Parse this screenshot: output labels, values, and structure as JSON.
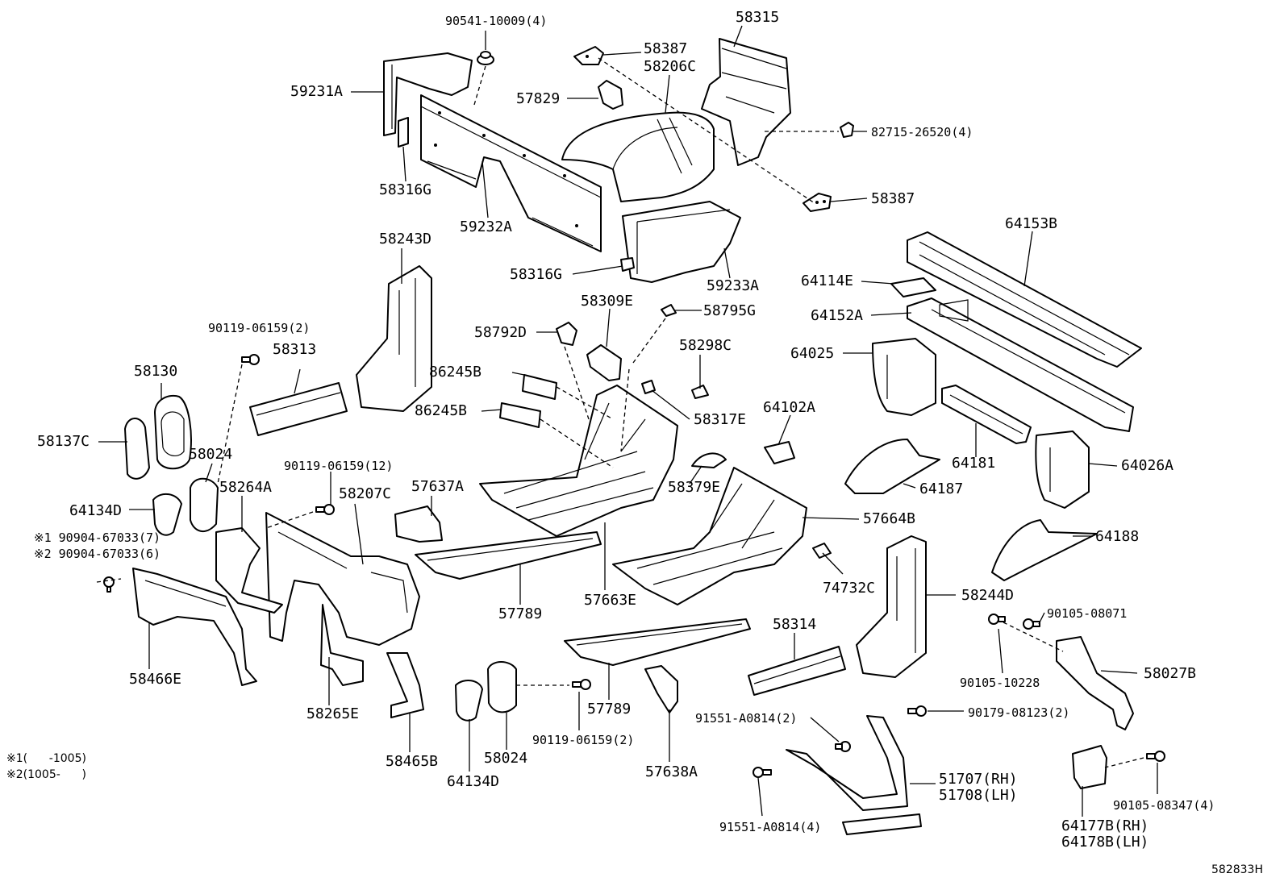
{
  "labels": {
    "p90541_10009": "90541-10009(4)",
    "p58315": "58315",
    "p58387_top": "58387",
    "p58206c": "58206C",
    "p59231a": "59231A",
    "p57829": "57829",
    "p82715_26520": "82715-26520(4)",
    "p58316g_top": "58316G",
    "p59232a": "59232A",
    "p58387_mid": "58387",
    "p64153b": "64153B",
    "p58243d": "58243D",
    "p58316g_mid": "58316G",
    "p59233a": "59233A",
    "p64114e": "64114E",
    "p58309e": "58309E",
    "p58795g": "58795G",
    "p64152a": "64152A",
    "p90119_06159_2a": "90119-06159(2)",
    "p58792d": "58792D",
    "p58298c": "58298C",
    "p64025": "64025",
    "p58313": "58313",
    "p58130": "58130",
    "p86245b_a": "86245B",
    "p86245b_b": "86245B",
    "p58317e": "58317E",
    "p64102a": "64102A",
    "p58137c": "58137C",
    "p58024_a": "58024",
    "p64181": "64181",
    "p90119_06159_12": "90119-06159(12)",
    "p64026a": "64026A",
    "p58264a": "58264A",
    "p58207c": "58207C",
    "p57637a": "57637A",
    "p58379e": "58379E",
    "p64187": "64187",
    "p64134d_a": "64134D",
    "p57664b": "57664B",
    "p90904_7": "※1 90904-67033(7)",
    "p90904_6": "※2 90904-67033(6)",
    "p64188": "64188",
    "p74732c": "74732C",
    "p58244d": "58244D",
    "p57789_a": "57789",
    "p57663e": "57663E",
    "p90105_08071": "90105-08071",
    "p58314": "58314",
    "p58466e": "58466E",
    "p90105_10228": "90105-10228",
    "p58027b": "58027B",
    "p58265e": "58265E",
    "p57789_b": "57789",
    "p91551_a0814_2": "91551-A0814(2)",
    "p90179_08123": "90179-08123(2)",
    "p90119_06159_2b": "90119-06159(2)",
    "p58465b": "58465B",
    "p64134d_b": "64134D",
    "p58024_b": "58024",
    "p57638a": "57638A",
    "p51707": "51707(RH)",
    "p51708": "51708(LH)",
    "p91551_a0814_4": "91551-A0814(4)",
    "p90105_08347": "90105-08347(4)",
    "p64177b": "64177B(RH)",
    "p64178b": "64178B(LH)"
  },
  "notes": {
    "note1": "※1(      -1005)",
    "note2": "※2(1005-      )"
  },
  "diagram_code": "582833H"
}
